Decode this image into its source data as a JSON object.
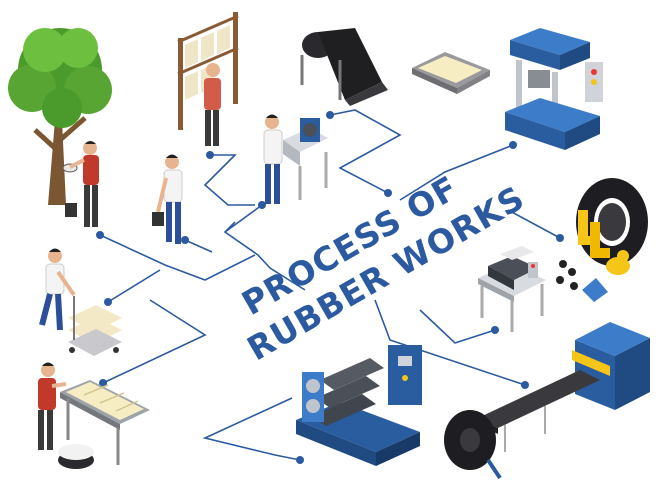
{
  "title": {
    "line1": "PROCESS OF",
    "line2": "RUBBER WORKS"
  },
  "colors": {
    "line": "#2c5aa0",
    "title": "#2c5aa0",
    "machine_blue": "#2a5d9f",
    "machine_dark": "#333a45",
    "tree_green": "#58a533",
    "trunk": "#7a5633",
    "tire": "#1e1e22",
    "boot_yellow": "#f5c518"
  },
  "icons": [
    "rubber-tree-tapping",
    "latex-sheets-drying-rack",
    "rubber-sheet-roll",
    "latex-tray",
    "hydraulic-press",
    "worker-carrying-bucket",
    "rolling-mill-operator",
    "tire-and-rubber-products",
    "worker-with-sheet-trolley",
    "sheet-cutting-machine",
    "worker-at-coagulation-trough",
    "calender-machine",
    "conveyor-vulcanizer"
  ]
}
